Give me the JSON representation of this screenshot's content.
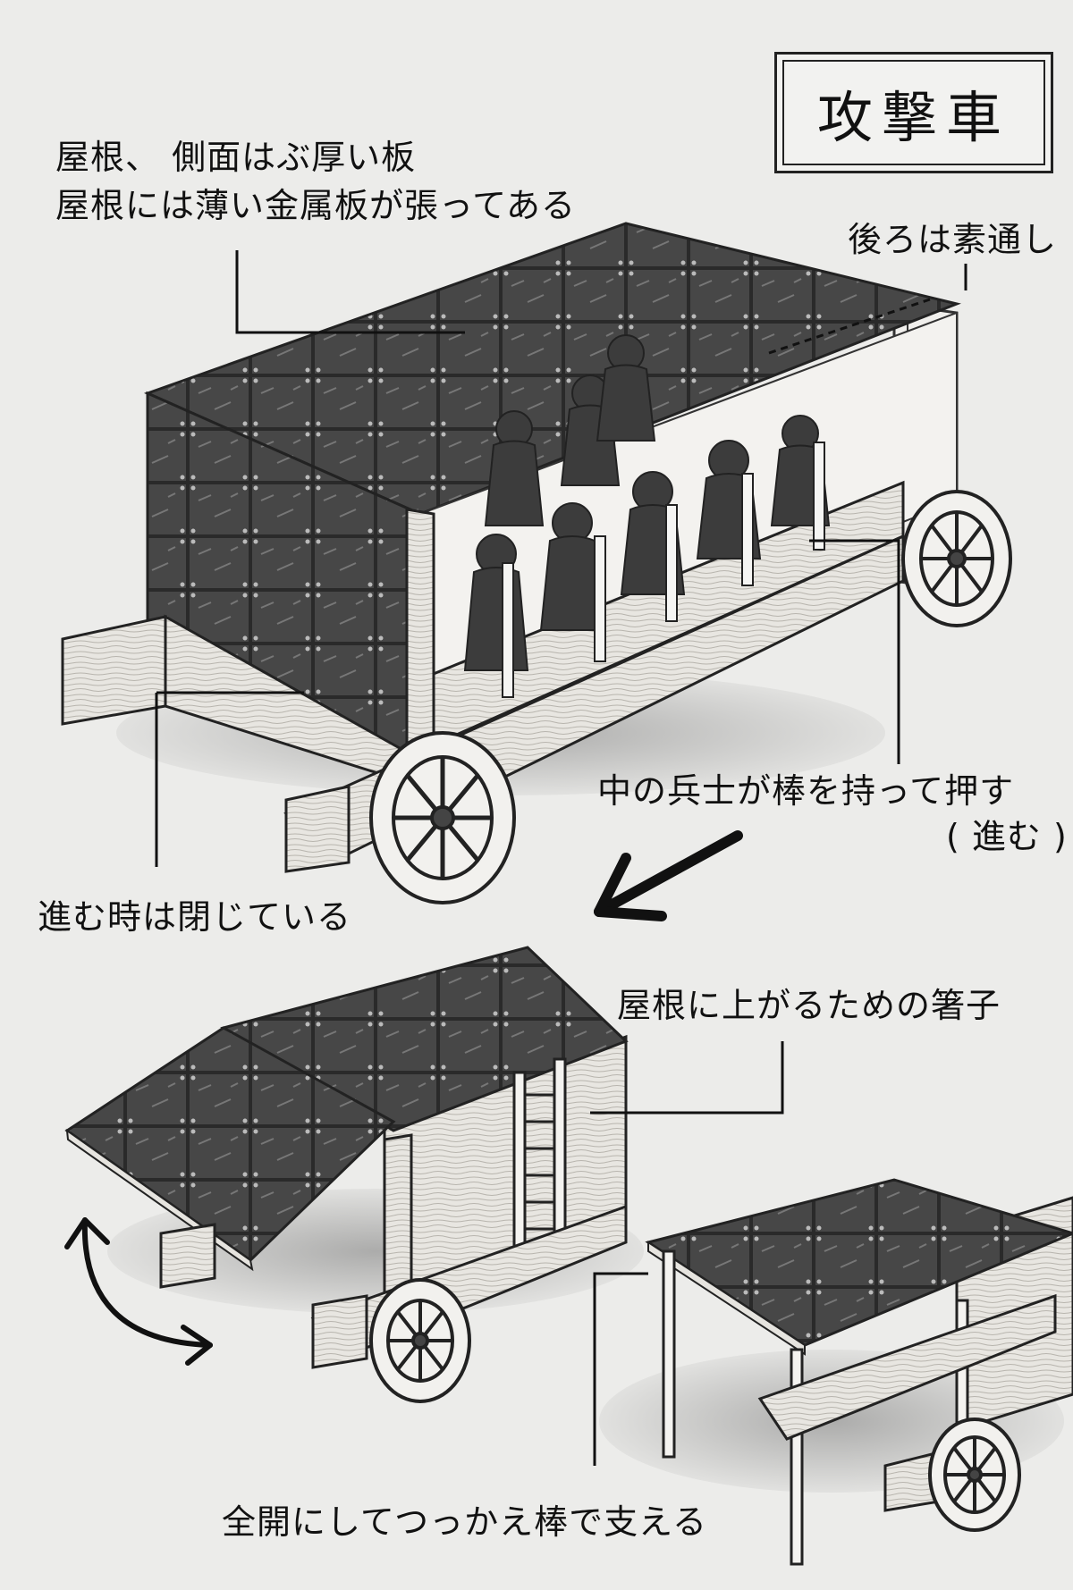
{
  "title": "攻撃車",
  "labels": {
    "roof_line1": "屋根、 側面はぶ厚い板",
    "roof_line2": "屋根には薄い金属板が張ってある",
    "back_open": "後ろは素通し",
    "soldiers_push": "中の兵士が棒を持って押す",
    "advance_paren": "( 進む )",
    "closed_when_advancing": "進む時は閉じている",
    "ladder": "屋根に上がるための箸子",
    "full_open": "全開にしてつっかえ棒で支える"
  },
  "colors": {
    "paper": "#ececea",
    "metal_plate": "#4a4a4a",
    "wood": "#e6e4df",
    "ink": "#111111"
  }
}
